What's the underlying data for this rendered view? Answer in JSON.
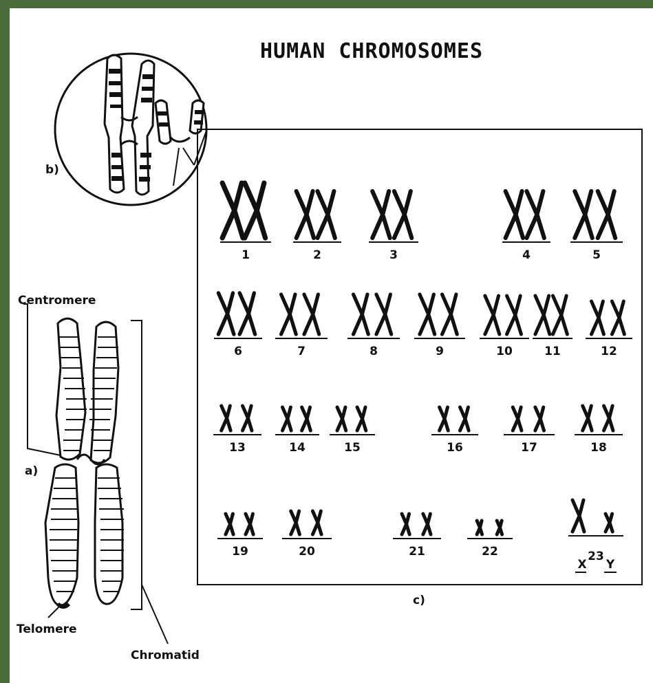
{
  "diagram": {
    "title": "HUMAN CHROMOSOMES",
    "labels": {
      "b": "b)",
      "a": "a)",
      "c": "c)",
      "centromere": "Centromere",
      "telomere": "Telomere",
      "chromatid": "Chromatid"
    },
    "karyotype": {
      "pairs": [
        "1",
        "2",
        "3",
        "4",
        "5",
        "6",
        "7",
        "8",
        "9",
        "10",
        "11",
        "12",
        "13",
        "14",
        "15",
        "16",
        "17",
        "18",
        "19",
        "20",
        "21",
        "22"
      ],
      "sex": {
        "x": "X",
        "number": "23",
        "y": "Y"
      }
    }
  },
  "colors": {
    "frame": "#4a6b3a",
    "background": "#ffffff",
    "ink": "#111111"
  }
}
